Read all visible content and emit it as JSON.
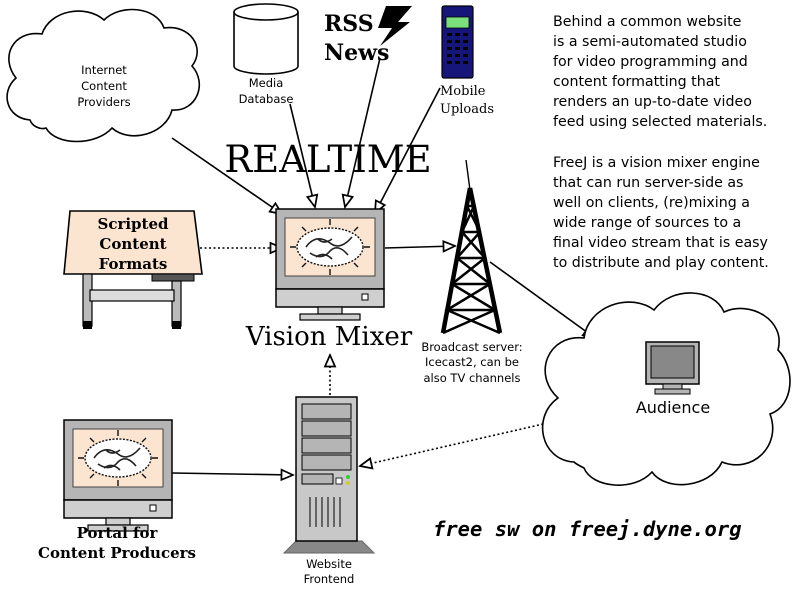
{
  "nodes": {
    "internet_providers": [
      "Internet",
      "Content",
      "Providers"
    ],
    "media_database": [
      "Media",
      "Database"
    ],
    "rss_news": [
      "RSS",
      "News"
    ],
    "mobile_uploads": [
      "Mobile",
      "Uploads"
    ],
    "realtime": "REALTIME",
    "scripted_formats": [
      "Scripted",
      "Content",
      "Formats"
    ],
    "vision_mixer": "Vision Mixer",
    "broadcast_server": [
      "Broadcast server:",
      "Icecast2, can be",
      "also TV channels"
    ],
    "audience": "Audience",
    "portal": [
      "Portal for",
      "Content Producers"
    ],
    "website_frontend": [
      "Website",
      "Frontend"
    ]
  },
  "description": {
    "paragraph1": "Behind a common website\nis a semi-automated studio\nfor video programming and\ncontent formatting that\nrenders an up-to-date video\nfeed using selected materials.",
    "paragraph2": "FreeJ is a vision mixer engine\nthat can run server-side as\nwell on clients, (re)mixing a\nwide range of sources to a\nfinal video stream that is easy\nto distribute and play content."
  },
  "footer": "free sw on freej.dyne.org"
}
